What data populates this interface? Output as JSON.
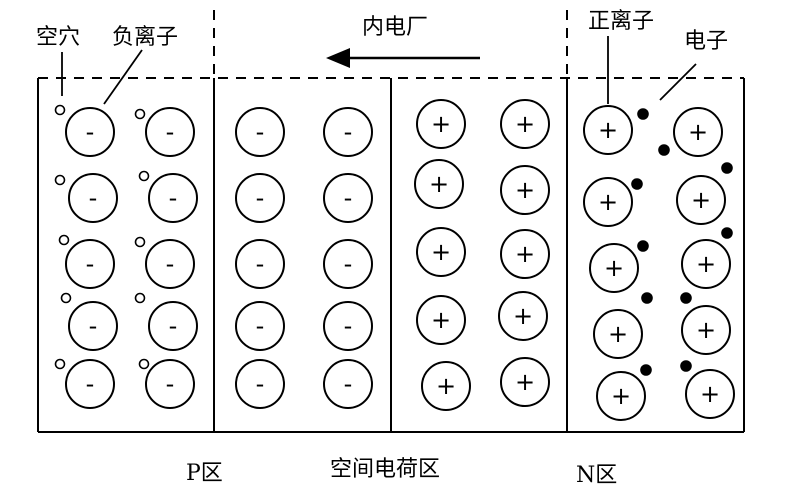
{
  "labels": {
    "hole": "空穴",
    "negative_ion": "负离子",
    "built_in_field": "内电厂",
    "positive_ion": "正离子",
    "electron": "电子",
    "p_region": "P区",
    "space_charge_region": "空间电荷区",
    "n_region": "N区"
  },
  "symbols": {
    "negative": "-",
    "positive": "+"
  },
  "colors": {
    "line": "#000000",
    "background": "#ffffff"
  }
}
